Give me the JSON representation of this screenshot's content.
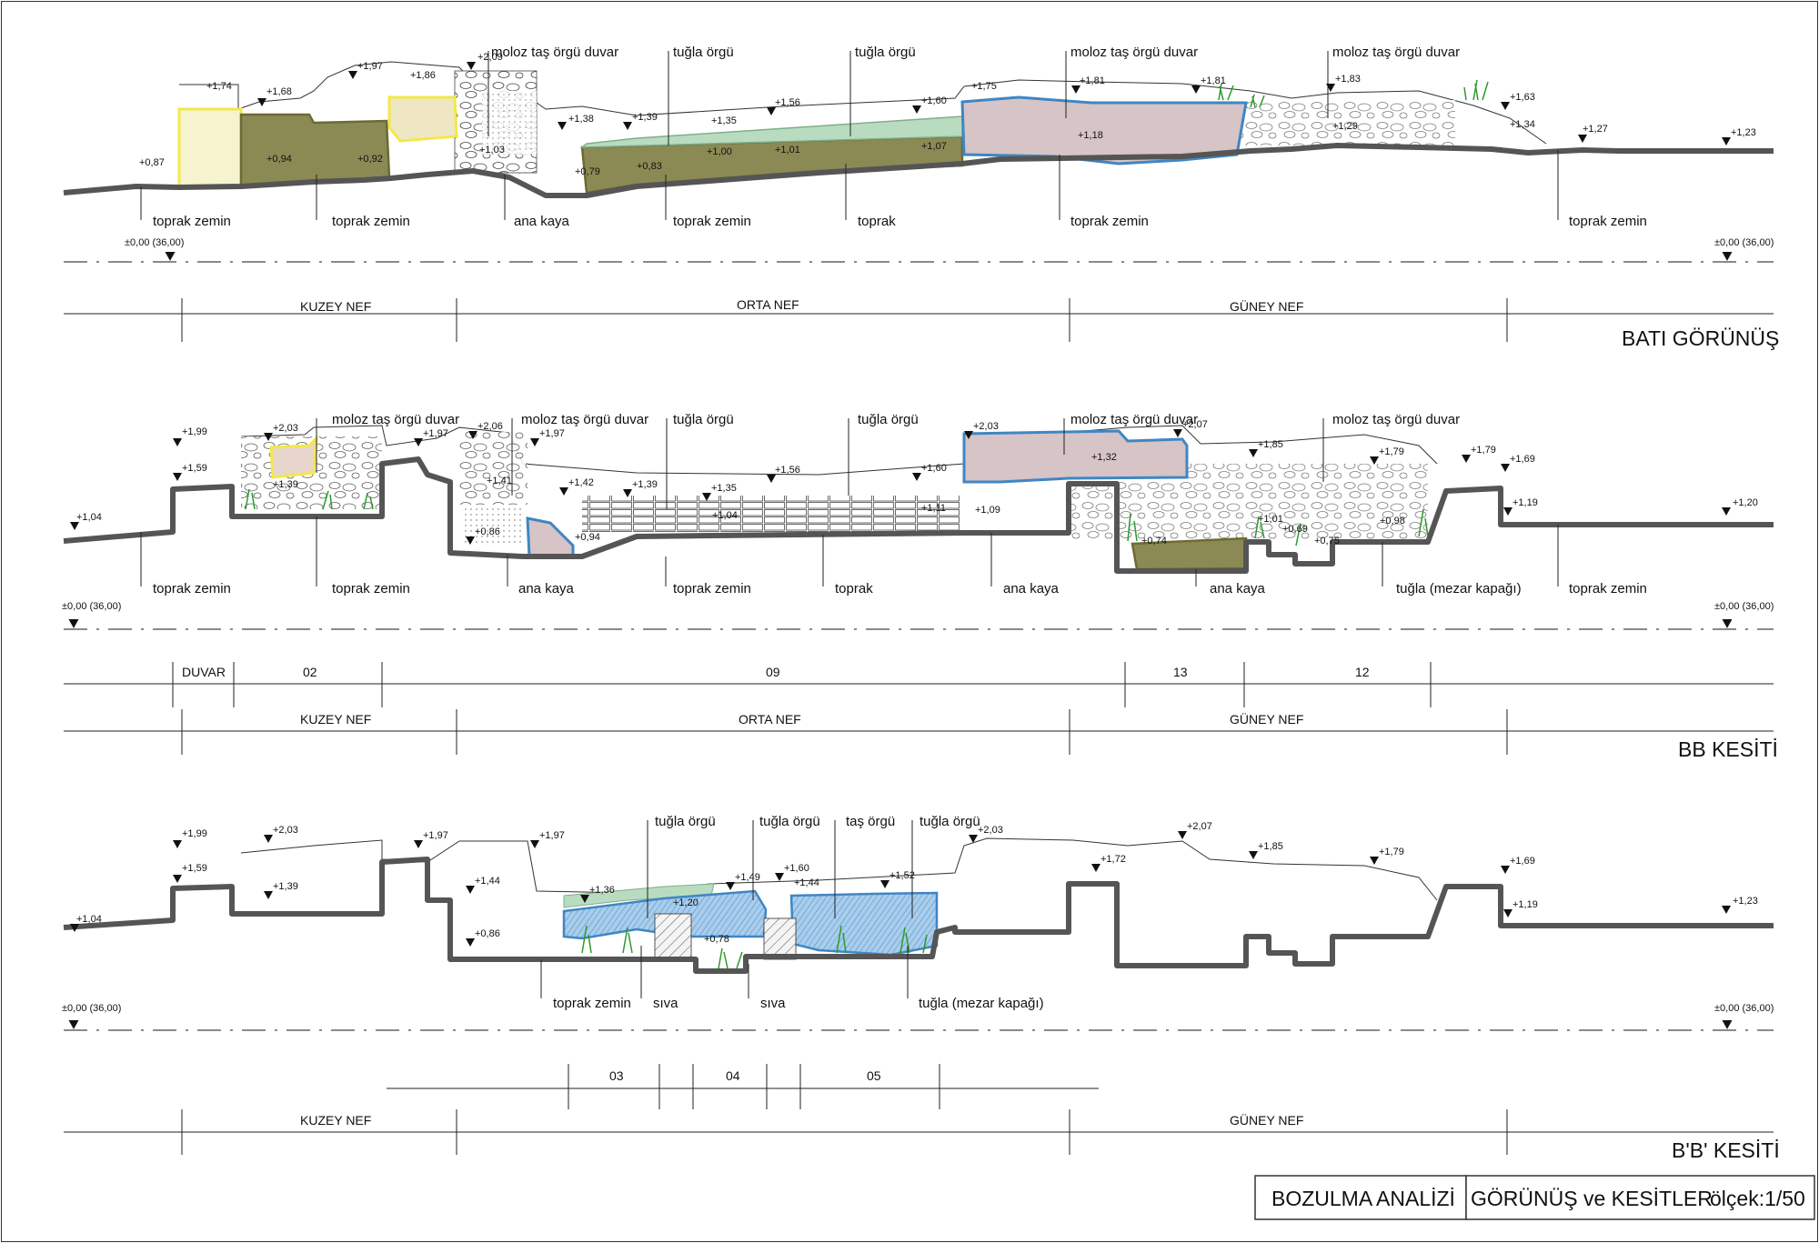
{
  "sections": [
    {
      "id": "bati",
      "title": "BATI GÖRÜNÜŞ",
      "datum_left": "±0,00 (36,00)",
      "datum_right": "±0,00 (36,00)",
      "elevations": [
        "+1,74",
        "+1,68",
        "+1,97",
        "+1,86",
        "+2,09",
        "+0,87",
        "+0,94",
        "+0,92",
        "+1,03",
        "+1,38",
        "+1,39",
        "+1,35",
        "+1,56",
        "+1,60",
        "+1,75",
        "+1,81",
        "+1,81",
        "+1,83",
        "+1,63",
        "+1,29",
        "+1,34",
        "+1,27",
        "+1,23",
        "+0,79",
        "+0,83",
        "+1,00",
        "+1,01",
        "+1,07",
        "+1,18"
      ],
      "labels_top": [
        "moloz taş örgü duvar",
        "tuğla örgü",
        "tuğla örgü",
        "moloz taş örgü duvar",
        "moloz taş örgü duvar"
      ],
      "labels_bottom": [
        "toprak zemin",
        "toprak zemin",
        "ana kaya",
        "toprak zemin",
        "toprak",
        "toprak zemin",
        "toprak zemin"
      ],
      "zones": [
        "KUZEY NEF",
        "ORTA NEF",
        "GÜNEY NEF"
      ]
    },
    {
      "id": "bb",
      "title": "BB KESİTİ",
      "datum_left": "±0,00 (36,00)",
      "datum_right": "±0,00 (36,00)",
      "elevations": [
        "+1,99",
        "+1,59",
        "+2,03",
        "+1,39",
        "+1,97",
        "+2,06",
        "+1,97",
        "+1,04",
        "+0,86",
        "+1,42",
        "+1,39",
        "+1,35",
        "+1,56",
        "+1,60",
        "+1,11",
        "+1,09",
        "+2,03",
        "+1,32",
        "+2,07",
        "+1,85",
        "+1,79",
        "+1,79",
        "+1,69",
        "+1,19",
        "+1,20",
        "+1,01",
        "+0,69",
        "+0,75",
        "+0,74",
        "+0,98",
        "+1,04",
        "+1,41",
        "+0,94"
      ],
      "labels_top": [
        "moloz taş örgü duvar",
        "moloz taş örgü duvar",
        "tuğla örgü",
        "tuğla örgü",
        "moloz taş örgü duvar",
        "moloz taş örgü duvar"
      ],
      "labels_bottom": [
        "toprak zemin",
        "toprak zemin",
        "ana kaya",
        "toprak zemin",
        "toprak",
        "ana kaya",
        "ana kaya",
        "tuğla (mezar kapağı)",
        "toprak zemin"
      ],
      "spaces": [
        "DUVAR",
        "02",
        "09",
        "13",
        "12"
      ],
      "zones": [
        "KUZEY NEF",
        "ORTA NEF",
        "GÜNEY NEF"
      ]
    },
    {
      "id": "b2b2",
      "title": "B'B' KESİTİ",
      "datum_left": "±0,00 (36,00)",
      "datum_right": "±0,00 (36,00)",
      "elevations": [
        "+1,99",
        "+1,59",
        "+2,03",
        "+1,39",
        "+1,97",
        "+1,97",
        "+1,04",
        "+1,44",
        "+0,86",
        "+1,36",
        "+1,49",
        "+1,60",
        "+1,44",
        "+1,52",
        "+2,03",
        "+0,78",
        "+1,72",
        "+2,07",
        "+1,85",
        "+1,79",
        "+1,69",
        "+1,19",
        "+1,23",
        "+1,20"
      ],
      "labels_top": [
        "tuğla örgü",
        "tuğla örgü",
        "taş örgü",
        "tuğla örgü"
      ],
      "labels_bottom": [
        "toprak zemin",
        "sıva",
        "sıva",
        "tuğla (mezar kapağı)"
      ],
      "spaces": [
        "03",
        "04",
        "05"
      ],
      "zones": [
        "KUZEY NEF",
        "GÜNEY NEF"
      ]
    }
  ],
  "title_block": {
    "left": "BOZULMA ANALİZİ",
    "right": "GÖRÜNÜŞ ve KESİTLER",
    "scale": "ölçek:1/50"
  },
  "legend_colors": {
    "yellow_outline": "#f2e84a",
    "olive_fill": "#8b8a55",
    "green_fill": "#b9dcc0",
    "mauve_fill": "#d6c4c6",
    "blue_outline": "#3f86c4",
    "blue_hatch": "#6ea8dc",
    "grass": "#2c9a2c",
    "ground": "#555555"
  }
}
